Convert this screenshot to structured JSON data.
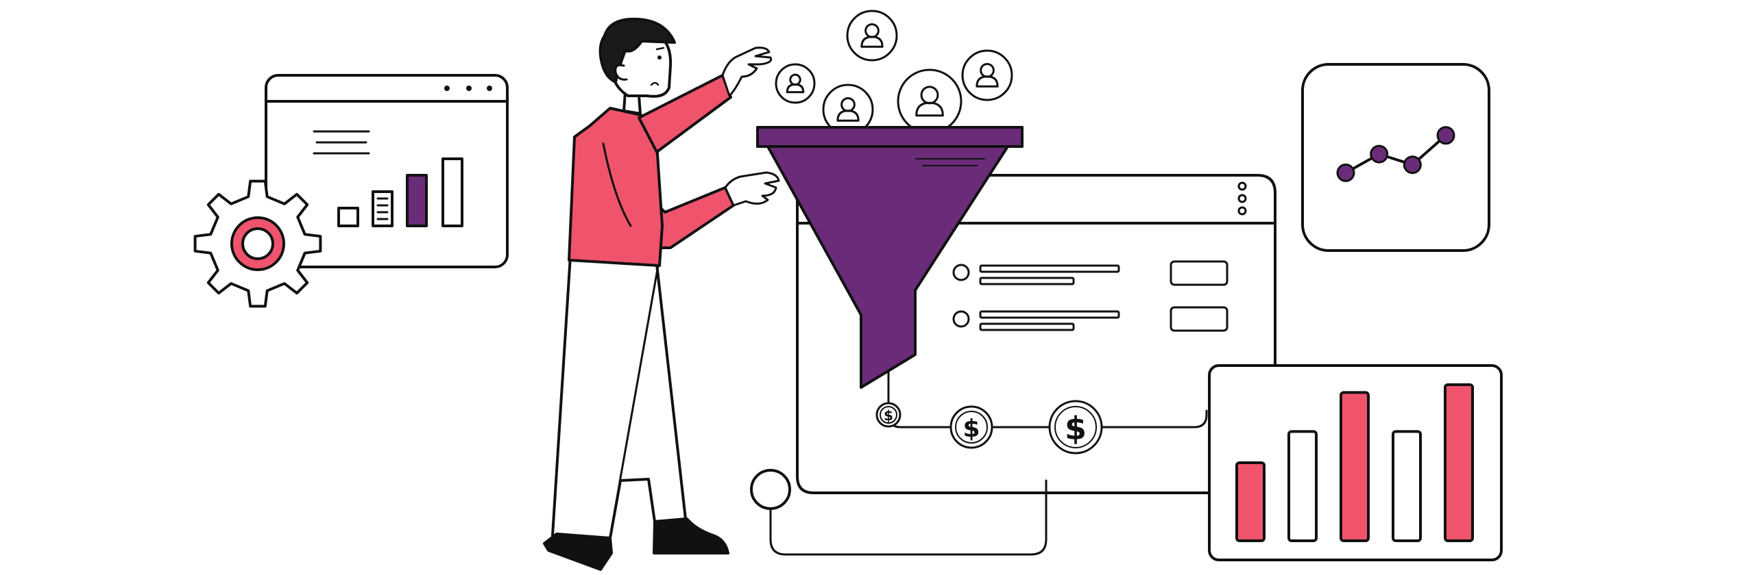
{
  "colors": {
    "outline": "#111111",
    "background": "#ffffff",
    "purple": "#6a2c79",
    "coral": "#ef546c",
    "hair": "#1a1a1a"
  },
  "icons": {
    "gear": "gear-icon",
    "funnel": "funnel-icon",
    "user_bubble": "user-avatar-icon",
    "coin": "dollar-coin-icon",
    "trend": "line-trend-icon"
  },
  "coins": {
    "symbol": "$"
  },
  "left_panel_chart": {
    "levels": [
      0.15,
      0.35,
      0.55,
      0.75
    ]
  },
  "right_panel_chart": {
    "levels": [
      0.5,
      0.7,
      0.95,
      0.7,
      1.0
    ]
  },
  "trend_widget": {
    "levels": [
      0.2,
      0.55,
      0.35,
      0.9
    ]
  }
}
